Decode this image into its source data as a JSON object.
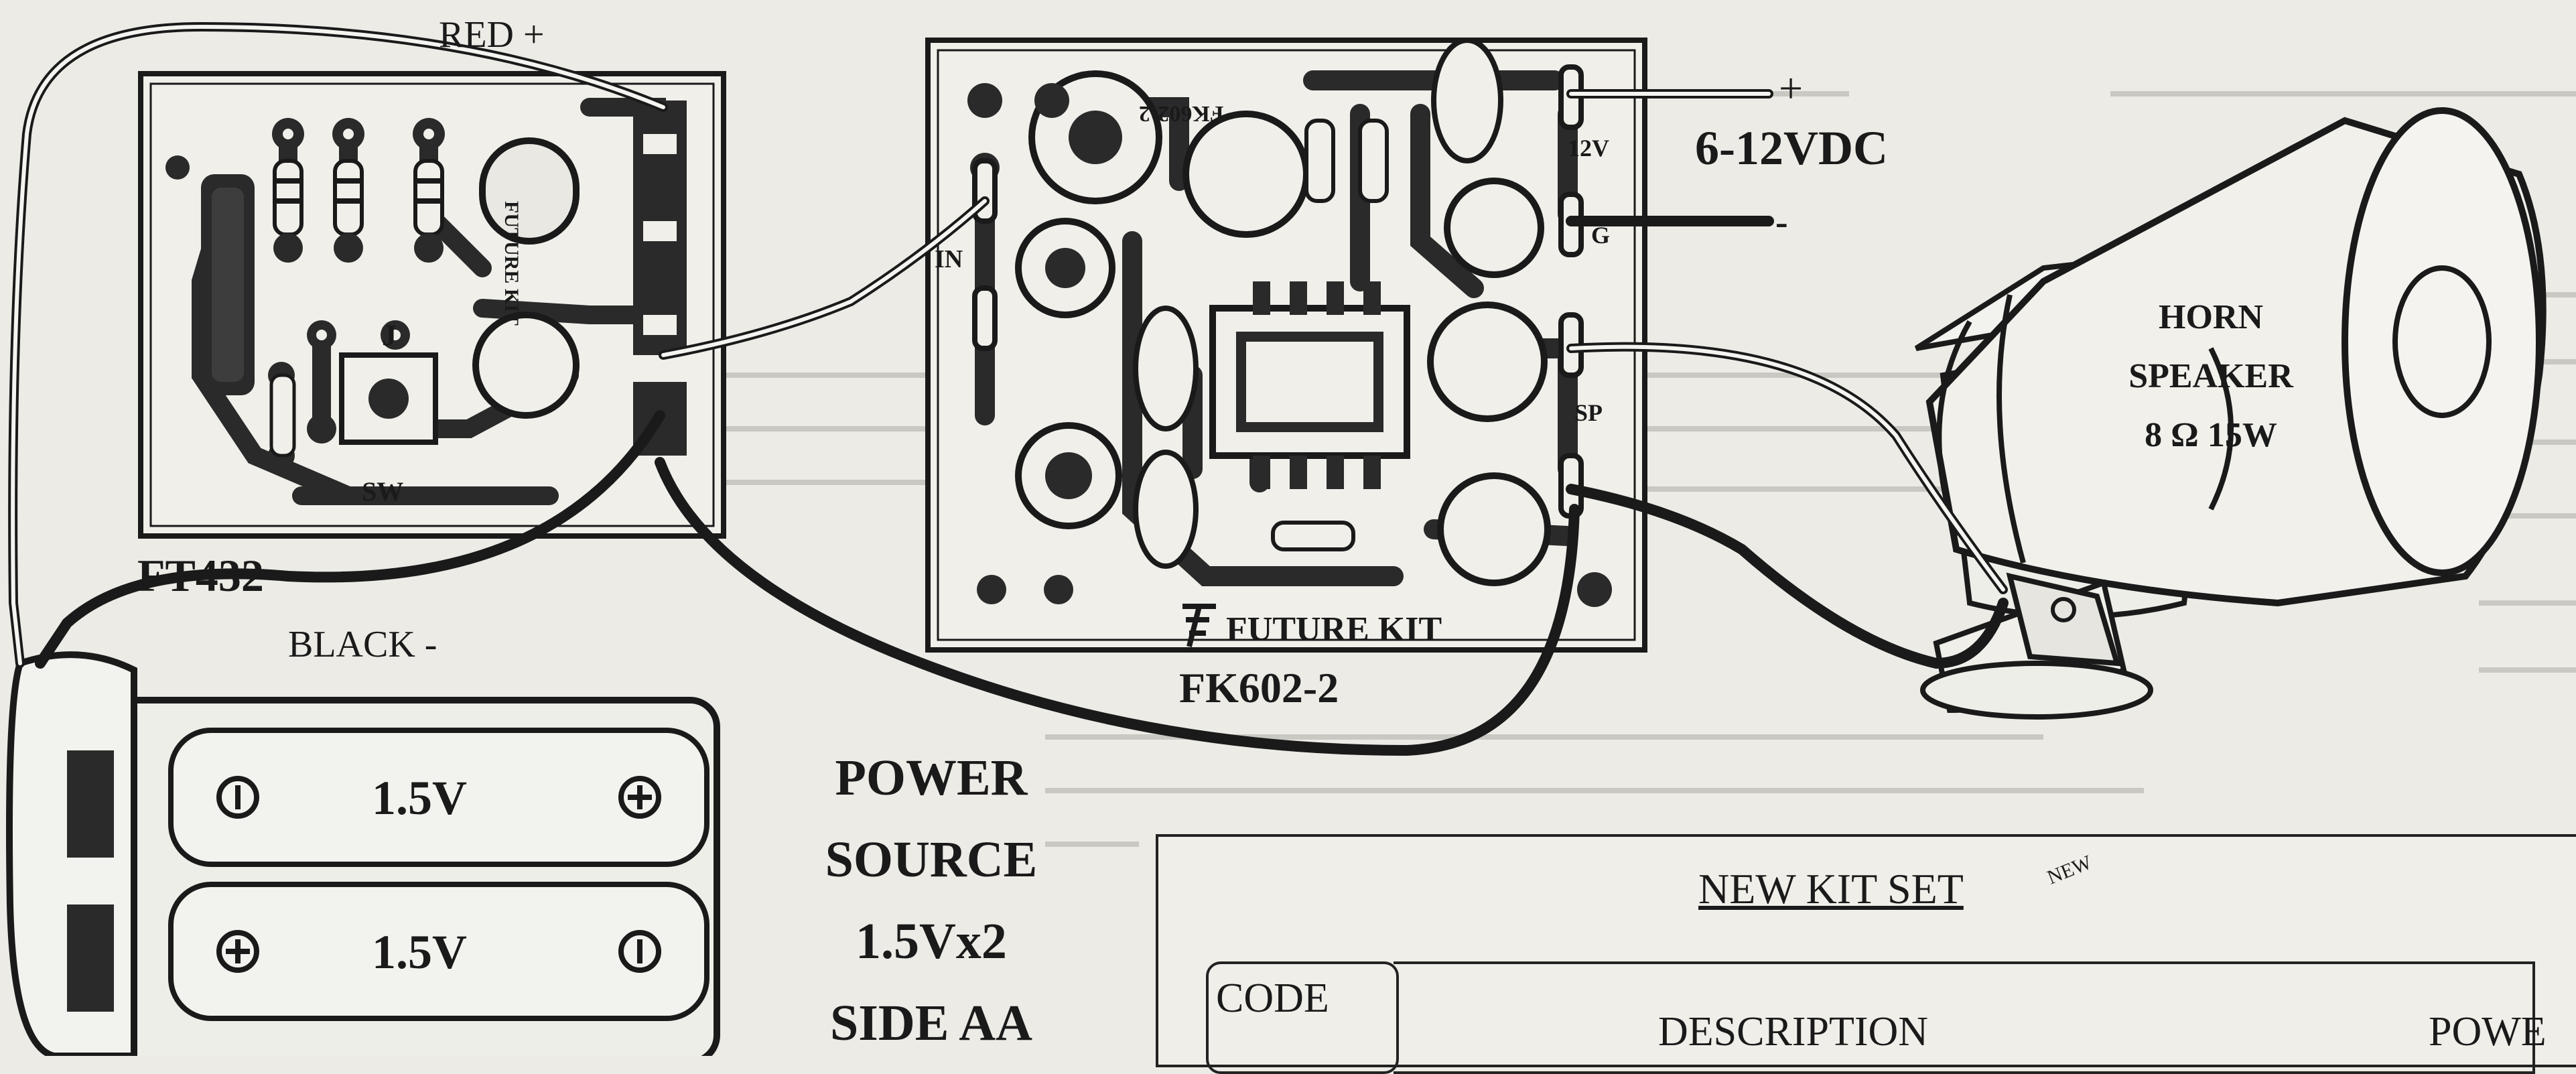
{
  "labels": {
    "red_wire": "RED +",
    "black_wire": "BLACK -",
    "board1": "FT432",
    "board2": "FK602-2",
    "board2_silk": "FK602-2",
    "future_kit": "FUTURE KIT",
    "future_kit_board1": "FUTURE KIT",
    "j": "J",
    "sw": "SW",
    "in": "IN",
    "v12": "12V",
    "g": "G",
    "sp": "SP",
    "plus": "+",
    "minus": "-",
    "vdc": "6-12VDC",
    "horn": [
      "HORN",
      "SPEAKER",
      "8 Ω 15W"
    ],
    "power": [
      "POWER",
      "SOURCE",
      "1.5Vx2",
      "SIDE AA"
    ],
    "battery1": "1.5V",
    "battery2": "1.5V"
  },
  "table": {
    "title": "NEW KIT SET",
    "badge": "NEW",
    "code": "CODE",
    "description": "DESCRIPTION",
    "power": "POWE"
  },
  "colors": {
    "pcb": "#f0efea",
    "ink": "#1a1a1a",
    "copper": "#2a2a2a"
  }
}
